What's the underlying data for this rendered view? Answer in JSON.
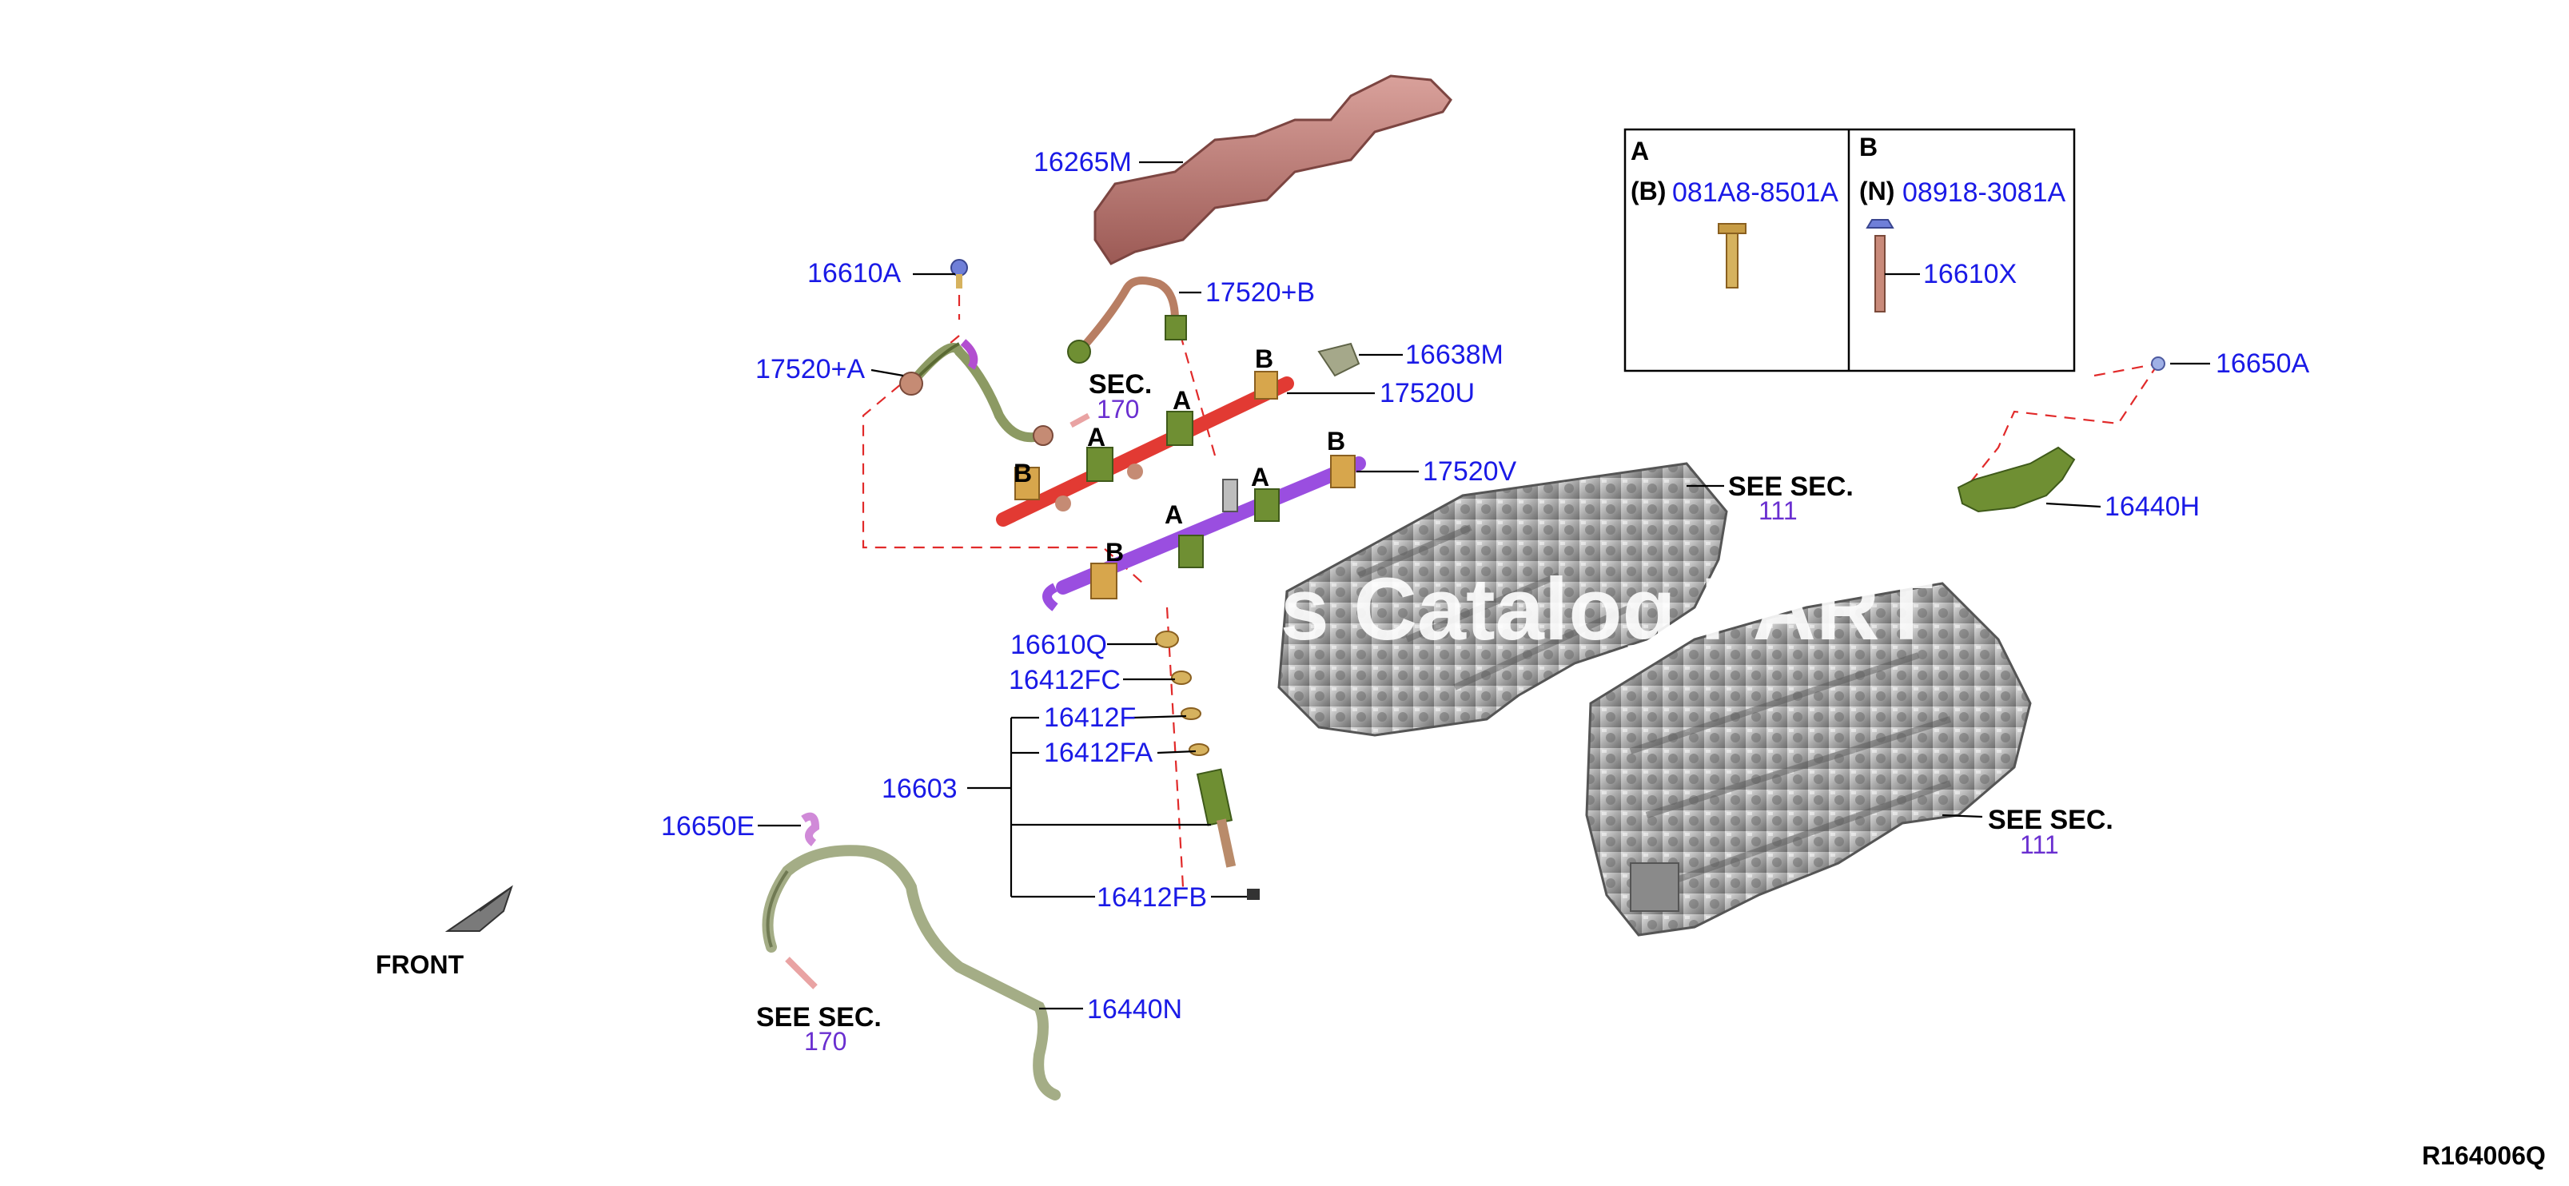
{
  "diagram_id": "R164006Q",
  "front_label": "FRONT",
  "watermark": "ts Catalog PART",
  "parts": {
    "p16265M": "16265M",
    "p16610A": "16610A",
    "p17520B": "17520+B",
    "p17520A": "17520+A",
    "p16638M": "16638M",
    "p17520U": "17520U",
    "p17520V": "17520V",
    "p16650A": "16650A",
    "p16440H": "16440H",
    "p16610Q": "16610Q",
    "p16412FC": "16412FC",
    "p16412F": "16412F",
    "p16412FA": "16412FA",
    "p16603": "16603",
    "p16412FB": "16412FB",
    "p16650E": "16650E",
    "p16440N": "16440N",
    "p16610X": "16610X"
  },
  "sections": {
    "sec170_top_label": "SEC.",
    "sec170_top_num": "170",
    "sec111_upper_label": "SEE SEC.",
    "sec111_upper_num": "111",
    "sec111_lower_label": "SEE SEC.",
    "sec111_lower_num": "111",
    "sec170_bottom_label": "SEE SEC.",
    "sec170_bottom_num": "170"
  },
  "callout_letters": {
    "b1": "B",
    "a1": "A",
    "a2": "A",
    "b2": "B",
    "b3": "B",
    "a3": "A",
    "a4": "A",
    "b4": "B"
  },
  "legend": {
    "col_a_letter": "A",
    "col_a_prefix": "(B)",
    "col_a_part": "081A8-8501A",
    "col_b_letter": "B",
    "col_b_prefix": "(N)",
    "col_b_part": "08918-3081A"
  },
  "colors": {
    "rail_upper": "#e23a33",
    "rail_lower": "#9a4ee0",
    "cover": "#b76e6a",
    "pipe": "#8c9a63",
    "bracket": "#6f8f33",
    "head": "#a9a9a9",
    "part_number": "#1a1ae6",
    "dashed_leader": "#e12a2a"
  }
}
